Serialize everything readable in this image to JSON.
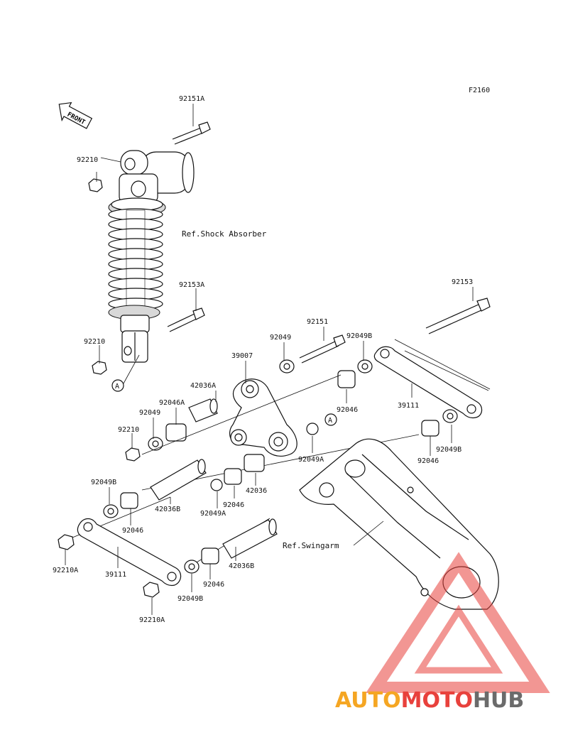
{
  "figure_code": "F2160",
  "front_arrow_text": "FRONT",
  "refs": {
    "shock_absorber": "Ref.Shock Absorber",
    "swingarm": "Ref.Swingarm"
  },
  "callout_A": "A",
  "labels": {
    "p92151A": "92151A",
    "p92210_top": "92210",
    "p92153A": "92153A",
    "p92210_mid": "92210",
    "p92153": "92153",
    "p92151": "92151",
    "p92049_top": "92049",
    "p92049B_top": "92049B",
    "p39007": "39007",
    "p42036A": "42036A",
    "p92046A": "92046A",
    "p92049_left": "92049",
    "p92210_left": "92210",
    "p92046_right": "92046",
    "p39111_right": "39111",
    "p92049A_right": "92049A",
    "p92049B_right": "92049B",
    "p92046_swing": "92046",
    "p92049B_left": "92049B",
    "p42036": "42036",
    "p42036B_left": "42036B",
    "p92046_center": "92046",
    "p92049A_center": "92049A",
    "p92046_left": "92046",
    "p92210A_left": "92210A",
    "p39111_left": "39111",
    "p42036B_bottom": "42036B",
    "p92046_bottom": "92046",
    "p92049B_bottom": "92049B",
    "p92210A_bottom": "92210A"
  },
  "watermark": {
    "part1": "AUTO",
    "part2": "MOTO",
    "part3": "HUB",
    "color1": "#f5a623",
    "color2": "#e8413c",
    "color3": "#6b6b6b"
  }
}
